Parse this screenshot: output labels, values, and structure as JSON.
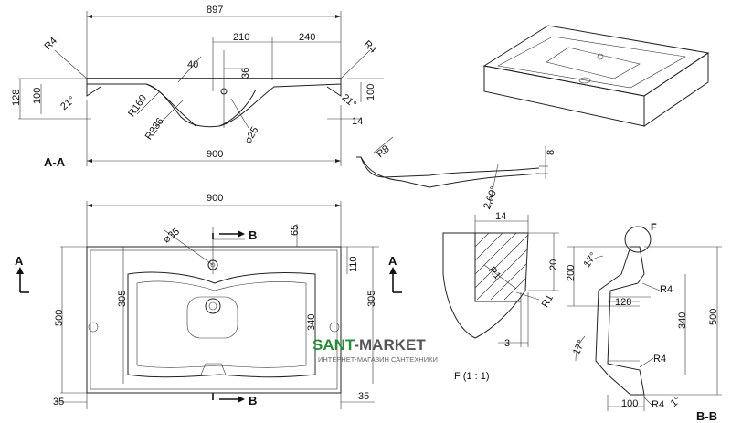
{
  "section_labels": {
    "aa": "A-A",
    "bb": "B-B",
    "a_left": "A",
    "a_right": "A",
    "b_top": "B",
    "b_bottom": "B",
    "detail": "F (1 : 1)",
    "detail_marker": "F"
  },
  "section_view": {
    "d_top": "897",
    "d_bottom": "900",
    "d_210": "210",
    "d_240": "240",
    "d_40": "40",
    "d_36": "36",
    "r4_left": "R4",
    "r4_right": "R4",
    "d_128": "128",
    "d_100_left": "100",
    "d_100_right": "100",
    "a21_left": "21°",
    "a21_right": "21°",
    "r160": "R160",
    "r236": "R236",
    "dia25": "⌀25",
    "d_14": "14"
  },
  "plan_view": {
    "d_900": "900",
    "dia35": "⌀35",
    "d_65": "65",
    "d_110": "110",
    "d_305_left": "305",
    "d_305_right": "305",
    "d_340": "340",
    "d_500": "500",
    "d_35_left": "35",
    "d_35_right": "35"
  },
  "profile_view": {
    "r8": "R8",
    "d_8": "8",
    "slope": "2,60°"
  },
  "detail_view": {
    "d_14": "14",
    "d_20": "20",
    "r1_a": "R1",
    "r1_b": "R1",
    "d_3": "3"
  },
  "bb_view": {
    "d_17_top": "17°",
    "d_200": "200",
    "d_128": "128",
    "r4_a": "R4",
    "d_340": "340",
    "d_500": "500",
    "d_17_bottom": "17°",
    "r4_b": "R4",
    "d_100": "100",
    "r4_c": "R4",
    "d_1": "1°"
  },
  "watermark": {
    "brand_a": "SANT",
    "brand_b": "-MARKET",
    "tagline": "ИНТЕРНЕТ-МАГАЗИН САНТЕХНИКИ"
  },
  "colors": {
    "brand_green": "#2c8a3c",
    "brand_gray": "#555555"
  }
}
